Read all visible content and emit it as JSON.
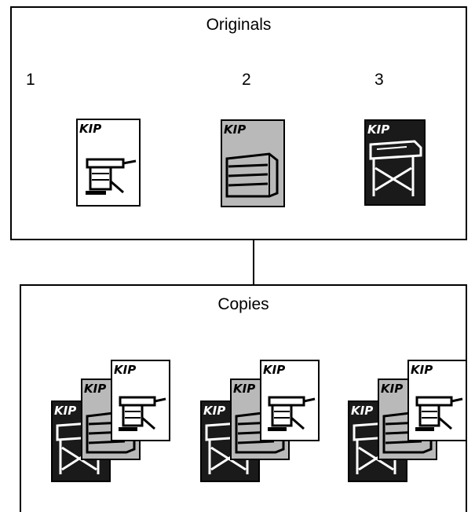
{
  "originals": {
    "title": "Originals",
    "numbers": [
      "1",
      "2",
      "3"
    ],
    "documents": [
      {
        "style": "white",
        "logo": "KIP",
        "icon": "printer-table-icon"
      },
      {
        "style": "gray",
        "logo": "KIP",
        "icon": "printer-box-icon"
      },
      {
        "style": "black",
        "logo": "KIP",
        "icon": "printer-stand-icon"
      }
    ]
  },
  "copies": {
    "title": "Copies",
    "sets": 3
  },
  "colors": {
    "white_doc": "#ffffff",
    "gray_doc": "#b9b9b9",
    "black_doc": "#1a1a1a"
  }
}
